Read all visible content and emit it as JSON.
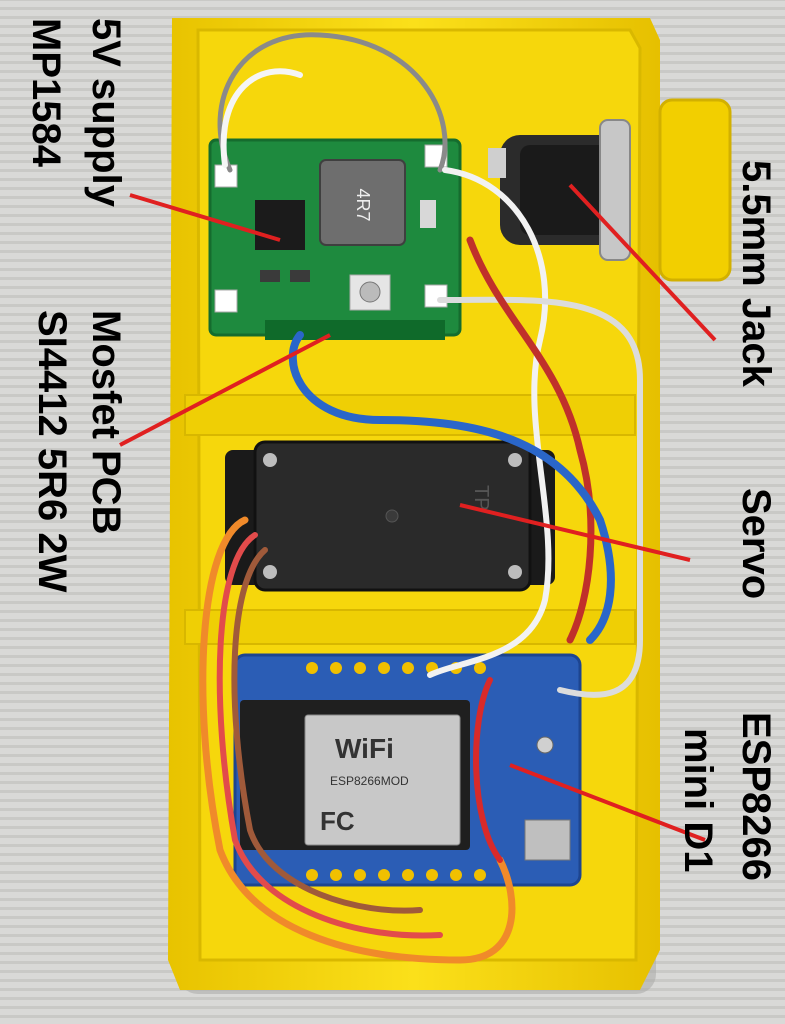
{
  "labels": {
    "supply_line1": "5V supply",
    "supply_line2": "MP1584",
    "mosfet_line1": "Mosfet PCB",
    "mosfet_line2": "SI4412  5R6 2W",
    "jack": "5.5mm Jack",
    "servo": "Servo",
    "esp_line1": "ESP8266",
    "esp_line2": "mini D1"
  },
  "markings": {
    "inductor": "4R7",
    "servo_brand": "TP",
    "wifi_logo": "WiFi",
    "esp_module": "ESP8266MOD",
    "fc_mark": "FC"
  },
  "colors": {
    "enclosure": "#f4d40a",
    "pcb_green": "#1e8a3e",
    "d1_blue": "#2b5db5",
    "annotation_line": "#e02020"
  }
}
